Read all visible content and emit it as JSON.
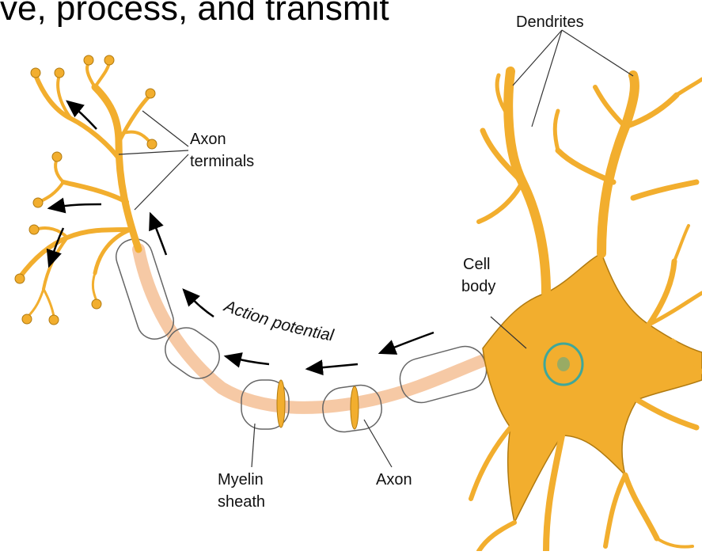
{
  "title_fragment": "ve, process, and transmit",
  "labels": {
    "dendrites": "Dendrites",
    "axon_terminals_1": "Axon",
    "axon_terminals_2": "terminals",
    "cell_body_1": "Cell",
    "cell_body_2": "body",
    "action_potential": "Action potential",
    "myelin_1": "Myelin",
    "myelin_2": "sheath",
    "axon": "Axon"
  },
  "colors": {
    "neuron": "#F2AE2E",
    "neuron_edge": "#B07A10",
    "axon_core": "#F6C9A5",
    "nucleus": "#3FA79A"
  }
}
